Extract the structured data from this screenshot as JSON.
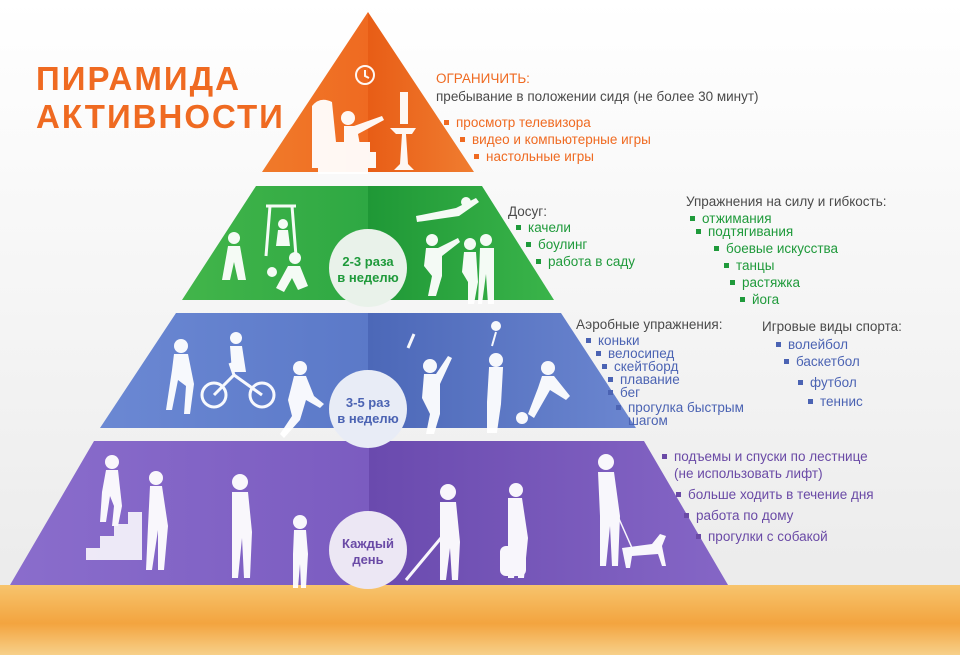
{
  "title": {
    "line1": "ПИРАМИДА",
    "line2": "АКТИВНОСТИ"
  },
  "levels": [
    {
      "id": "top",
      "color": "#ef6a21",
      "header": "ОГРАНИЧИТЬ:",
      "subheader": "пребывание в положении сидя (не более 30 минут)",
      "items": [
        "просмотр телевизора",
        "видео и компьютерные игры",
        "настольные игры"
      ]
    },
    {
      "id": "green",
      "color": "#2ea843",
      "badge": [
        "2-3 раза",
        "в неделю"
      ],
      "groups": [
        {
          "header": "Досуг:",
          "items": [
            "качели",
            "боулинг",
            "работа в саду"
          ]
        },
        {
          "header": "Упражнения на силу и гибкость:",
          "items": [
            "отжимания",
            "подтягивания",
            "боевые искусства",
            "танцы",
            "растяжка",
            "йога"
          ]
        }
      ]
    },
    {
      "id": "blue",
      "color": "#5b79c8",
      "badge": [
        "3-5 раз",
        "в неделю"
      ],
      "groups": [
        {
          "header": "Аэробные упражнения:",
          "items": [
            "коньки",
            "велосипед",
            "скейтборд",
            "плавание",
            "бег",
            "прогулка быстрым",
            "шагом"
          ]
        },
        {
          "header": "Игровые виды спорта:",
          "items": [
            "волейбол",
            "баскетбол",
            "футбол",
            "теннис"
          ]
        }
      ]
    },
    {
      "id": "purple",
      "color": "#7b5cc0",
      "badge": [
        "Каждый",
        "день"
      ],
      "items": [
        "подъемы и спуски по лестнице",
        "(не использовать лифт)",
        "больше ходить в течение дня",
        "работа по дому",
        "прогулки с собакой"
      ]
    }
  ]
}
